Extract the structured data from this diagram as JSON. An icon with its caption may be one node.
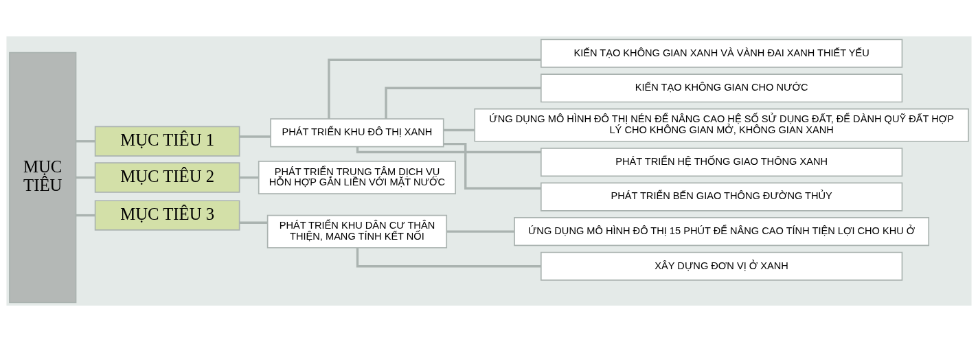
{
  "diagram": {
    "nodes": [
      {
        "text": [
          "MỤC TIÊU"
        ]
      },
      {
        "text": [
          "MỤC TIÊU 1"
        ]
      },
      {
        "text": [
          "PHÁT TRIỂN KHU ĐÔ THỊ XANH"
        ]
      },
      {
        "text": [
          "KIẾN TẠO KHÔNG GIAN XANH VÀ VÀNH ĐAI XANH THIẾT YẾU"
        ]
      },
      {
        "text": [
          "KIẾN TẠO KHÔNG GIAN CHO NƯỚC"
        ]
      },
      {
        "text": [
          "ỨNG DỤNG MÔ HÌNH ĐÔ THỊ NÉN ĐỂ NÂNG CAO HỆ SỐ SỬ DỤNG ĐẤT, ĐỂ DÀNH QUỸ ĐẤT HỢP LÝ CHO KHÔNG GIAN MỞ, KHÔNG GIAN XANH"
        ]
      },
      {
        "text": [
          "PHÁT TRIỂN HỆ THỐNG GIAO THÔNG XANH"
        ]
      },
      {
        "text": [
          "PHÁT TRIỂN BẾN GIAO THÔNG ĐƯỜNG THỦY"
        ]
      },
      {
        "text": [
          "MỤC TIÊU 2"
        ]
      },
      {
        "text": [
          "PHÁT TRIỂN TRUNG TÂM DỊCH VỤ HỖN HỢP GẮN LIỀN VỚI MẶT NƯỚC"
        ]
      },
      {
        "text": [
          "MỤC TIÊU 3"
        ]
      },
      {
        "text": [
          "PHÁT TRIỂN KHU DÂN CƯ THÂN THIỆN, MANG TÍNH KẾT NỐI"
        ]
      },
      {
        "text": [
          "ỨNG DỤNG MÔ HÌNH ĐÔ THỊ 15 PHÚT ĐỂ NÂNG CAO TÍNH TIỆN LỢI CHO KHU Ở"
        ]
      },
      {
        "text": [
          "XÂY DỰNG ĐƠN VỊ Ở XANH"
        ]
      }
    ],
    "edges": [
      {
        "from": 0,
        "to": 1,
        "arrow": "none"
      },
      {
        "from": 0,
        "to": 8,
        "arrow": "none"
      },
      {
        "from": 0,
        "to": 10,
        "arrow": "none"
      },
      {
        "from": 1,
        "to": 2,
        "arrow": "none"
      },
      {
        "from": 2,
        "to": 3,
        "arrow": "none"
      },
      {
        "from": 2,
        "to": 4,
        "arrow": "none"
      },
      {
        "from": 2,
        "to": 5,
        "arrow": "none"
      },
      {
        "from": 2,
        "to": 6,
        "arrow": "none"
      },
      {
        "from": 2,
        "to": 7,
        "arrow": "none"
      },
      {
        "from": 8,
        "to": 9,
        "arrow": "none"
      },
      {
        "from": 10,
        "to": 11,
        "arrow": "none"
      },
      {
        "from": 11,
        "to": 12,
        "arrow": "none"
      },
      {
        "from": 11,
        "to": 13,
        "arrow": "none"
      }
    ]
  }
}
